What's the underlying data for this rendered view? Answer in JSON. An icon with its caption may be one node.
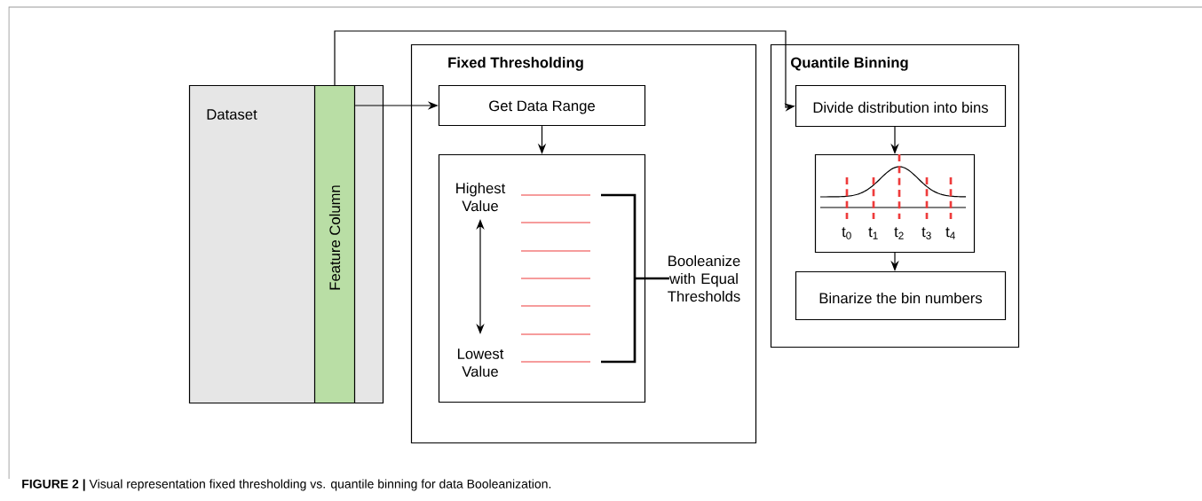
{
  "diagram": {
    "caption": "**FIGURE 2 |** Visual representation fixed thresholding vs. quantile binning for data Booleanization.",
    "nodes": [
      {
        "text": [
          "Dataset"
        ]
      },
      {
        "text": [
          "Feature Column"
        ],
        "in": 0
      },
      {
        "text": [
          "Fixed Thresholding"
        ]
      },
      {
        "text": [
          "Get Data Range"
        ],
        "in": 2
      },
      {
        "text": [
          "Highest Value",
          "Lowest Value"
        ],
        "in": 2
      },
      {
        "text": [
          "Quantile Binning"
        ]
      },
      {
        "text": [
          "Divide distribution into bins"
        ],
        "in": 5
      },
      {
        "text": [
          "t$_{0}$",
          "t$_{1}$",
          "t$_{2}$",
          "t$_{3}$",
          "t$_{4}$"
        ],
        "in": 5
      },
      {
        "text": [
          "Binarize the bin numbers"
        ],
        "in": 5
      }
    ],
    "edges": [
      {
        "from": 1,
        "to": 3,
        "arrow": "to"
      },
      {
        "from": 1,
        "to": 6,
        "arrow": "to"
      },
      {
        "from": 3,
        "to": 4,
        "arrow": "to"
      },
      {
        "from": 6,
        "to": 7,
        "arrow": "to"
      },
      {
        "from": 7,
        "to": 8,
        "arrow": "to"
      }
    ],
    "labels": [
      "Booleanize with Equal Thresholds"
    ]
  }
}
